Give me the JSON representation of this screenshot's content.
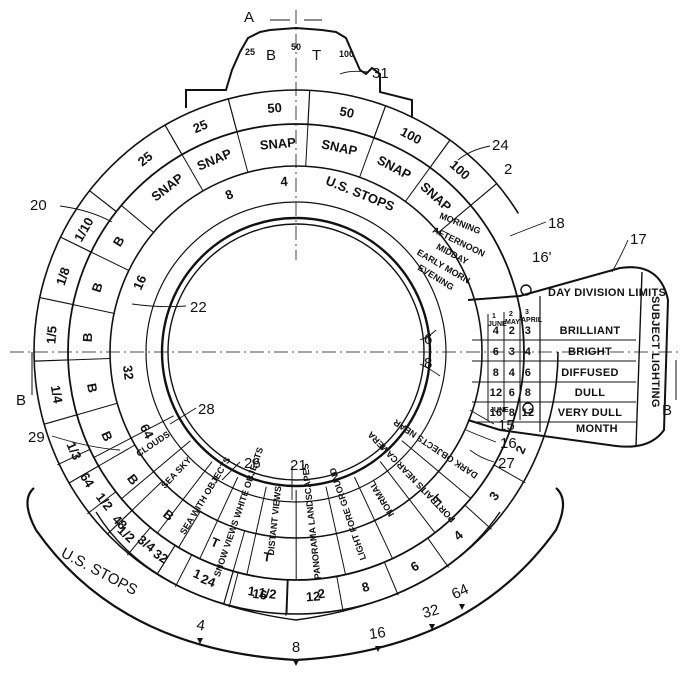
{
  "section_labels": {
    "top": "A",
    "left": "B",
    "right": "B"
  },
  "top_scale": {
    "marks": [
      "25",
      "B",
      "50",
      "T",
      "100"
    ]
  },
  "speed_ring": [
    "25",
    "25",
    "50",
    "50",
    "100",
    "100",
    "1/10",
    "1/8",
    "1/5",
    "1/4",
    "1/3",
    "1/2",
    "3/4",
    "1",
    "1 1/2",
    "2"
  ],
  "snap_ring": [
    "SNAP",
    "SNAP",
    "SNAP",
    "SNAP",
    "SNAP",
    "SNAP",
    "B",
    "B",
    "B",
    "B",
    "B",
    "B",
    "B",
    "T",
    "T"
  ],
  "inner_stops": [
    "8",
    "4",
    "U.S. STOPS",
    "16",
    "32",
    "64"
  ],
  "times_of_day": [
    "MORNING",
    "AFTERNOON",
    "MIDDAY",
    "EARLY MORN",
    "EVENING"
  ],
  "subjects": [
    "DARK OBJECTS NEAR",
    "PORTRAITS NEAR CAMERA",
    "NORMAL",
    "LIGHT FORE GROUND",
    "PANORAMA LANDSCAPES",
    "DISTANT VIEWS",
    "SNOW VIEWS WHITE OBJECTS",
    "SEA WITH OBJECTS",
    "SEA SKY",
    "CLOUDS"
  ],
  "subject_ring_misc": [
    "1/2",
    "T"
  ],
  "subject_stops": [
    "2",
    "3",
    "4",
    "6",
    "8",
    "12",
    "16",
    "24",
    "32",
    "48",
    "64"
  ],
  "outer_scale": {
    "title": "U.S. STOPS",
    "values": [
      "4",
      "8",
      "16",
      "32",
      "64"
    ]
  },
  "table": {
    "header": "DAY DIVISION LIMITS",
    "rows": [
      {
        "cells": [
          "4",
          "2",
          "3"
        ],
        "label": "BRILLIANT"
      },
      {
        "cells": [
          "6",
          "3",
          "4"
        ],
        "label": "BRIGHT"
      },
      {
        "cells": [
          "8",
          "4",
          "6"
        ],
        "label": "DIFFUSED"
      },
      {
        "cells": [
          "12",
          "6",
          "8"
        ],
        "label": "DULL"
      },
      {
        "cells": [
          "16",
          "8",
          "12"
        ],
        "label": "VERY DULL"
      }
    ],
    "month_key": "JUNE",
    "month_label": "MONTH",
    "side_label": "SUBJECT LIGHTING",
    "column_heads": [
      "1",
      "2",
      "3"
    ],
    "column_subheads": [
      "JUNE",
      "MAY",
      "APRIL"
    ]
  },
  "refs": [
    "31",
    "24",
    "2",
    "20",
    "18",
    "17",
    "16'",
    "22",
    "6",
    "8",
    "28",
    "29",
    "26",
    "21",
    "15",
    "16",
    "27"
  ]
}
